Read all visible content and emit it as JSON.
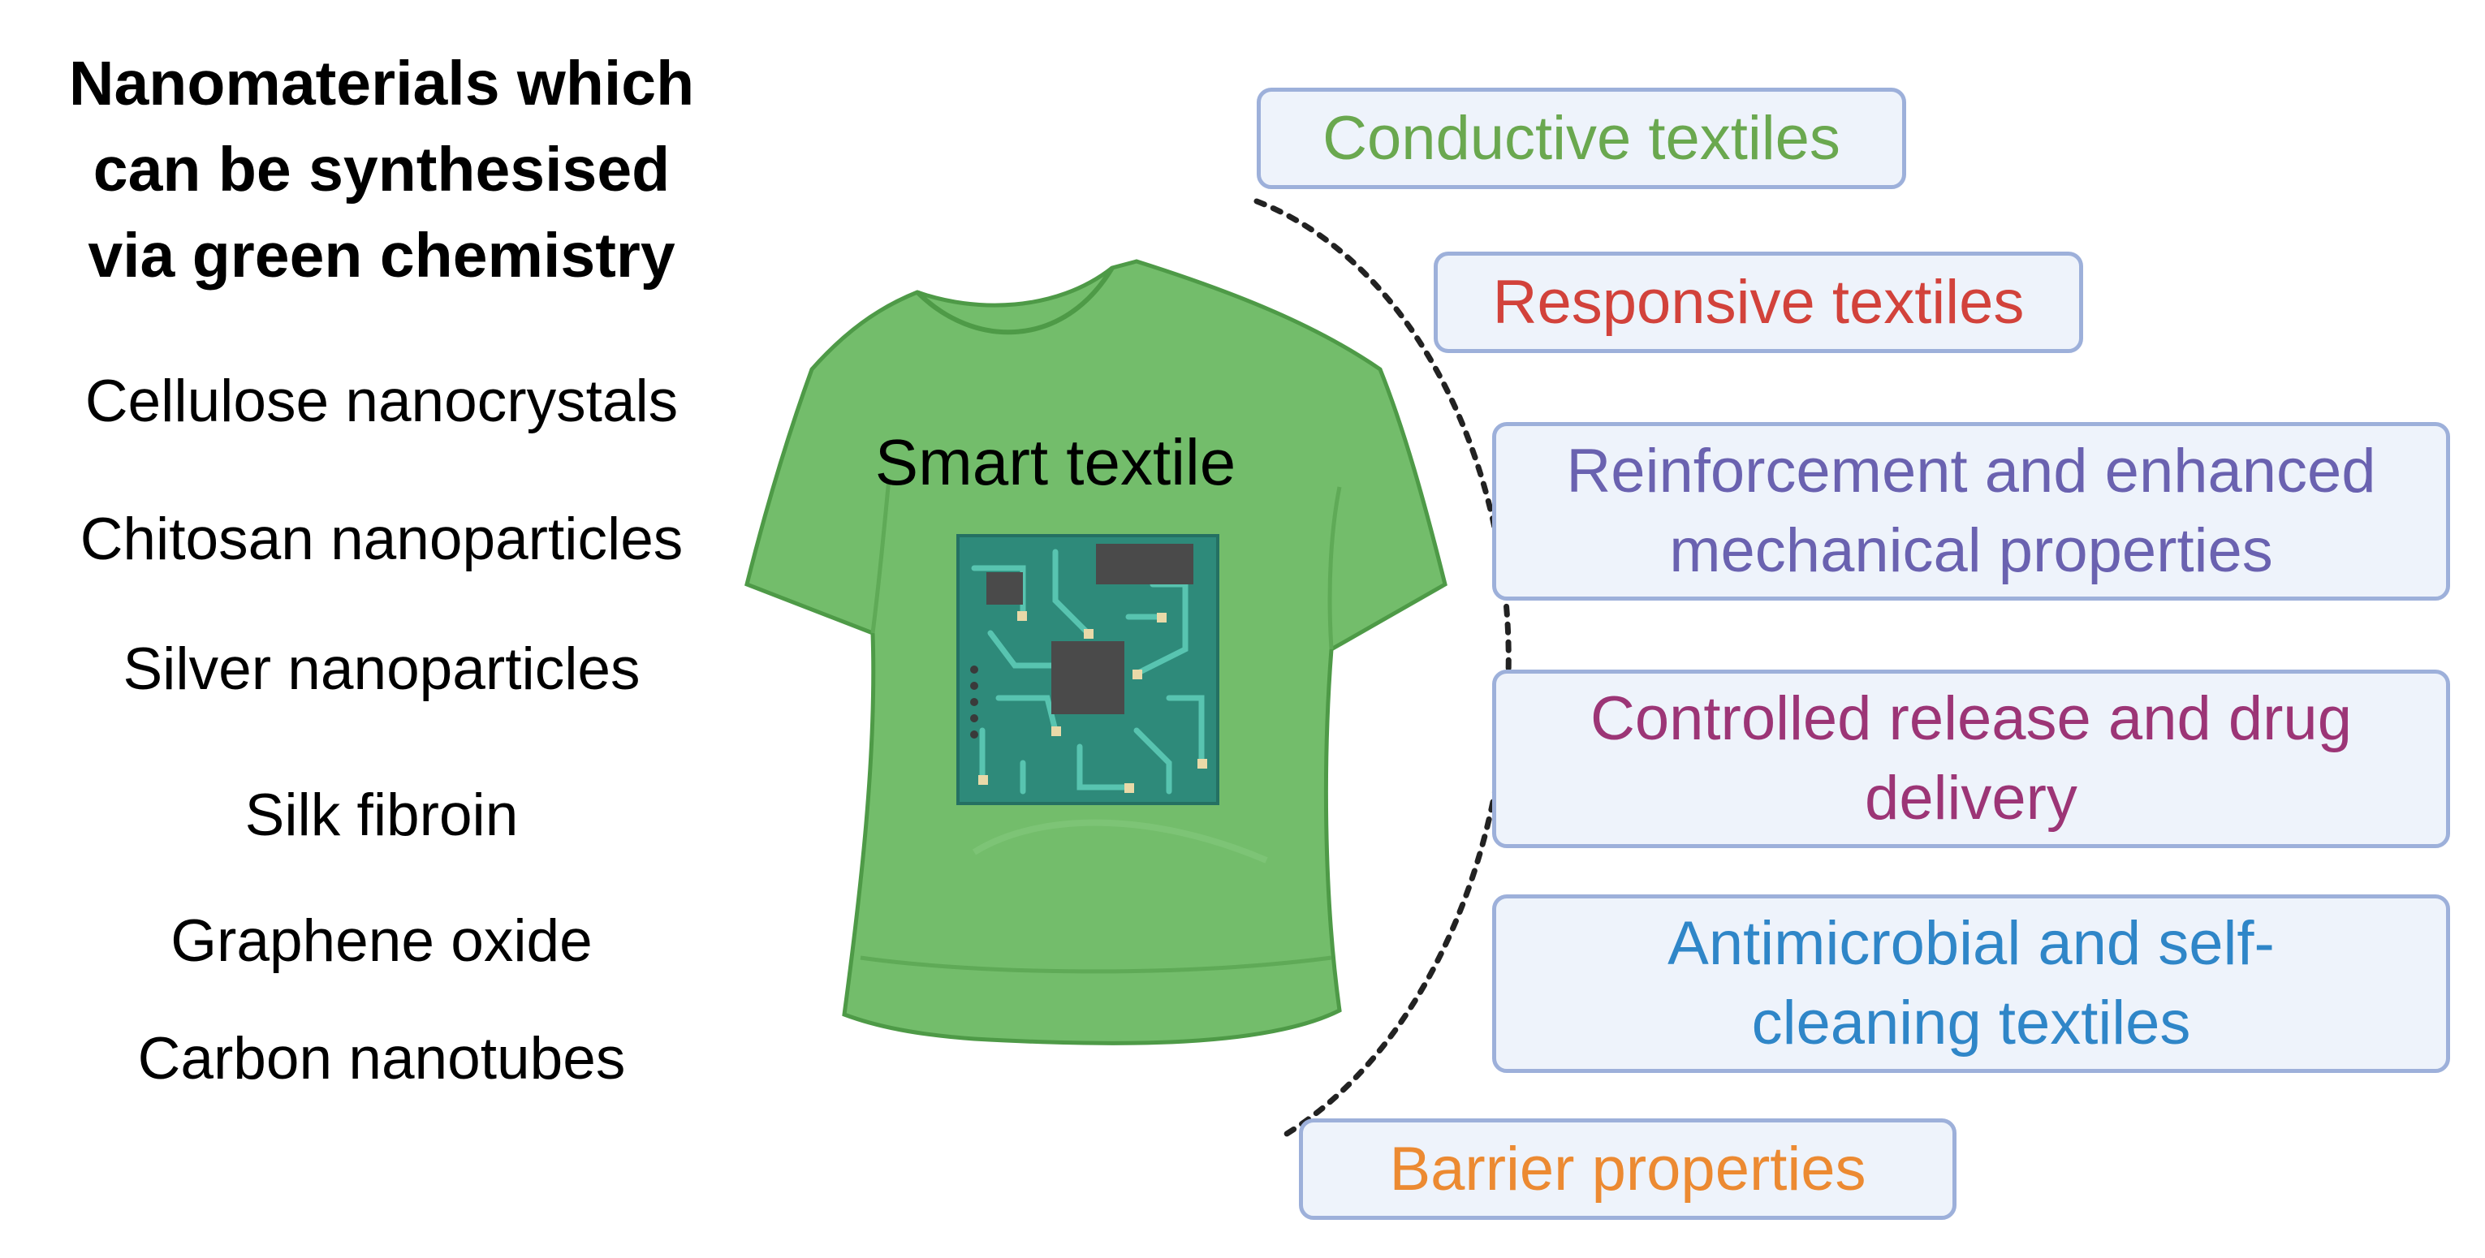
{
  "heading": {
    "lines": [
      "Nanomaterials which",
      "can be synthesised",
      "via green chemistry"
    ]
  },
  "materials": [
    "Cellulose nanocrystals",
    "Chitosan nanoparticles",
    "Silver nanoparticles",
    "Silk fibroin",
    "Graphene oxide",
    "Carbon nanotubes"
  ],
  "center": {
    "label": "Smart textile"
  },
  "applications": [
    {
      "lines": [
        "Conductive textiles"
      ],
      "color": "#6aa84f"
    },
    {
      "lines": [
        "Responsive textiles"
      ],
      "color": "#d2423b"
    },
    {
      "lines": [
        "Reinforcement and enhanced",
        "mechanical properties"
      ],
      "color": "#6a62b0"
    },
    {
      "lines": [
        "Controlled release and drug",
        "delivery"
      ],
      "color": "#9c3576"
    },
    {
      "lines": [
        "Antimicrobial and self-",
        "cleaning textiles"
      ],
      "color": "#2f86c8"
    },
    {
      "lines": [
        "Barrier properties"
      ],
      "color": "#ec8a32"
    }
  ],
  "colors": {
    "shirt": "#73bd6b",
    "shirt_outline": "#4e9a47",
    "circuit_board": "#2e8a7a",
    "chip": "#4a4a4a"
  }
}
